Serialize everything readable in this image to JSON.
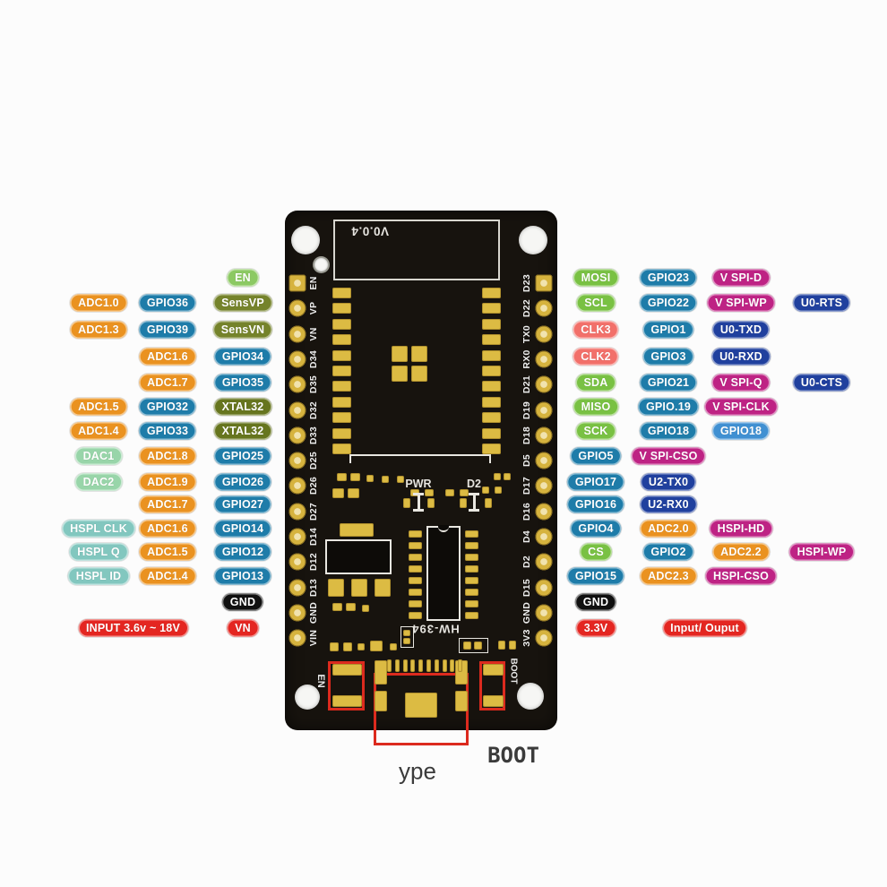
{
  "palette": {
    "orange": "#EA9220",
    "blue": "#1E7CA9",
    "olive": "#75832B",
    "dark_olive": "#66751E",
    "green": "#79C143",
    "light_green": "#8CC963",
    "mint": "#98D5A9",
    "cyan": "#82C7BF",
    "salmon": "#F2706A",
    "magenta": "#BE2384",
    "navy": "#20409E",
    "light_blue": "#4090D2",
    "red": "#E42621",
    "black": "#101010"
  },
  "left_labels": [
    {
      "r": 0,
      "c": 2,
      "t": "EN",
      "k": "light_green"
    },
    {
      "r": 1,
      "c": 0,
      "t": "ADC1.0",
      "k": "orange"
    },
    {
      "r": 1,
      "c": 1,
      "t": "GPIO36",
      "k": "blue"
    },
    {
      "r": 1,
      "c": 2,
      "t": "SensVP",
      "k": "olive"
    },
    {
      "r": 2,
      "c": 0,
      "t": "ADC1.3",
      "k": "orange"
    },
    {
      "r": 2,
      "c": 1,
      "t": "GPIO39",
      "k": "blue"
    },
    {
      "r": 2,
      "c": 2,
      "t": "SensVN",
      "k": "olive"
    },
    {
      "r": 3,
      "c": 1,
      "t": "ADC1.6",
      "k": "orange"
    },
    {
      "r": 3,
      "c": 2,
      "t": "GPIO34",
      "k": "blue"
    },
    {
      "r": 4,
      "c": 1,
      "t": "ADC1.7",
      "k": "orange"
    },
    {
      "r": 4,
      "c": 2,
      "t": "GPIO35",
      "k": "blue"
    },
    {
      "r": 5,
      "c": 0,
      "t": "ADC1.5",
      "k": "orange"
    },
    {
      "r": 5,
      "c": 1,
      "t": "GPIO32",
      "k": "blue"
    },
    {
      "r": 5,
      "c": 2,
      "t": "XTAL32",
      "k": "dark_olive"
    },
    {
      "r": 6,
      "c": 0,
      "t": "ADC1.4",
      "k": "orange"
    },
    {
      "r": 6,
      "c": 1,
      "t": "GPIO33",
      "k": "blue"
    },
    {
      "r": 6,
      "c": 2,
      "t": "XTAL32",
      "k": "dark_olive"
    },
    {
      "r": 7,
      "c": 0,
      "t": "DAC1",
      "k": "mint"
    },
    {
      "r": 7,
      "c": 1,
      "t": "ADC1.8",
      "k": "orange"
    },
    {
      "r": 7,
      "c": 2,
      "t": "GPIO25",
      "k": "blue"
    },
    {
      "r": 8,
      "c": 0,
      "t": "DAC2",
      "k": "mint"
    },
    {
      "r": 8,
      "c": 1,
      "t": "ADC1.9",
      "k": "orange"
    },
    {
      "r": 8,
      "c": 2,
      "t": "GPIO26",
      "k": "blue"
    },
    {
      "r": 9,
      "c": 1,
      "t": "ADC1.7",
      "k": "orange"
    },
    {
      "r": 9,
      "c": 2,
      "t": "GPIO27",
      "k": "blue"
    },
    {
      "r": 10,
      "c": 0,
      "t": "HSPL CLK",
      "k": "cyan"
    },
    {
      "r": 10,
      "c": 1,
      "t": "ADC1.6",
      "k": "orange"
    },
    {
      "r": 10,
      "c": 2,
      "t": "GPIO14",
      "k": "blue"
    },
    {
      "r": 11,
      "c": 0,
      "t": "HSPL Q",
      "k": "cyan"
    },
    {
      "r": 11,
      "c": 1,
      "t": "ADC1.5",
      "k": "orange"
    },
    {
      "r": 11,
      "c": 2,
      "t": "GPIO12",
      "k": "blue"
    },
    {
      "r": 12,
      "c": 0,
      "t": "HSPL ID",
      "k": "cyan"
    },
    {
      "r": 12,
      "c": 1,
      "t": "ADC1.4",
      "k": "orange"
    },
    {
      "r": 12,
      "c": 2,
      "t": "GPIO13",
      "k": "blue"
    },
    {
      "r": 13,
      "c": 2,
      "t": "GND",
      "k": "black"
    },
    {
      "r": 14,
      "c": 0,
      "s": 2,
      "t": "INPUT  3.6v ~ 18V",
      "k": "red"
    },
    {
      "r": 14,
      "c": 2,
      "t": "VN",
      "k": "red"
    }
  ],
  "right_labels": [
    {
      "r": 0,
      "c": 0,
      "t": "MOSI",
      "k": "green"
    },
    {
      "r": 0,
      "c": 1,
      "t": "GPIO23",
      "k": "blue"
    },
    {
      "r": 0,
      "c": 2,
      "t": "V SPI-D",
      "k": "magenta"
    },
    {
      "r": 1,
      "c": 0,
      "t": "SCL",
      "k": "green"
    },
    {
      "r": 1,
      "c": 1,
      "t": "GPIO22",
      "k": "blue"
    },
    {
      "r": 1,
      "c": 2,
      "t": "V SPI-WP",
      "k": "magenta"
    },
    {
      "r": 1,
      "c": 3,
      "t": "U0-RTS",
      "k": "navy"
    },
    {
      "r": 2,
      "c": 0,
      "t": "CLK3",
      "k": "salmon"
    },
    {
      "r": 2,
      "c": 1,
      "t": "GPIO1",
      "k": "blue"
    },
    {
      "r": 2,
      "c": 2,
      "t": "U0-TXD",
      "k": "navy"
    },
    {
      "r": 3,
      "c": 0,
      "t": "CLK2",
      "k": "salmon"
    },
    {
      "r": 3,
      "c": 1,
      "t": "GPIO3",
      "k": "blue"
    },
    {
      "r": 3,
      "c": 2,
      "t": "U0-RXD",
      "k": "navy"
    },
    {
      "r": 4,
      "c": 0,
      "t": "SDA",
      "k": "green"
    },
    {
      "r": 4,
      "c": 1,
      "t": "GPIO21",
      "k": "blue"
    },
    {
      "r": 4,
      "c": 2,
      "t": "V SPI-Q",
      "k": "magenta"
    },
    {
      "r": 4,
      "c": 3,
      "t": "U0-CTS",
      "k": "navy"
    },
    {
      "r": 5,
      "c": 0,
      "t": "MISO",
      "k": "green"
    },
    {
      "r": 5,
      "c": 1,
      "t": "GPIO.19",
      "k": "blue"
    },
    {
      "r": 5,
      "c": 2,
      "t": "V SPI-CLK",
      "k": "magenta"
    },
    {
      "r": 6,
      "c": 0,
      "t": "SCK",
      "k": "green"
    },
    {
      "r": 6,
      "c": 1,
      "t": "GPIO18",
      "k": "blue"
    },
    {
      "r": 6,
      "c": 2,
      "t": "GPIO18",
      "k": "light_blue"
    },
    {
      "r": 7,
      "c": 0,
      "t": "GPIO5",
      "k": "blue"
    },
    {
      "r": 7,
      "c": 1,
      "t": "V SPI-CSO",
      "k": "magenta"
    },
    {
      "r": 8,
      "c": 0,
      "t": "GPIO17",
      "k": "blue"
    },
    {
      "r": 8,
      "c": 1,
      "t": "U2-TX0",
      "k": "navy"
    },
    {
      "r": 9,
      "c": 0,
      "t": "GPIO16",
      "k": "blue"
    },
    {
      "r": 9,
      "c": 1,
      "t": "U2-RX0",
      "k": "navy"
    },
    {
      "r": 10,
      "c": 0,
      "t": "GPIO4",
      "k": "blue"
    },
    {
      "r": 10,
      "c": 1,
      "t": "ADC2.0",
      "k": "orange"
    },
    {
      "r": 10,
      "c": 2,
      "t": "HSPI-HD",
      "k": "magenta"
    },
    {
      "r": 11,
      "c": 0,
      "t": "CS",
      "k": "green"
    },
    {
      "r": 11,
      "c": 1,
      "t": "GPIO2",
      "k": "blue"
    },
    {
      "r": 11,
      "c": 2,
      "t": "ADC2.2",
      "k": "orange"
    },
    {
      "r": 11,
      "c": 3,
      "t": "HSPI-WP",
      "k": "magenta"
    },
    {
      "r": 12,
      "c": 0,
      "t": "GPIO15",
      "k": "blue"
    },
    {
      "r": 12,
      "c": 1,
      "t": "ADC2.3",
      "k": "orange"
    },
    {
      "r": 12,
      "c": 2,
      "t": "HSPI-CSO",
      "k": "magenta"
    },
    {
      "r": 13,
      "c": 0,
      "t": "GND",
      "k": "black"
    },
    {
      "r": 14,
      "c": 0,
      "t": "3.3V",
      "k": "red"
    },
    {
      "r": 14,
      "c": 1,
      "s": 2,
      "t": "Input/ Ouput",
      "k": "red"
    }
  ],
  "board": {
    "version": "V0.0.4",
    "model": "HW-394",
    "pwr": "PWR",
    "d2": "D2",
    "en_button": "EN",
    "boot_button": "BOOT",
    "left_pins": [
      "EN",
      "VP",
      "VN",
      "D34",
      "D35",
      "D32",
      "D33",
      "D25",
      "D26",
      "D27",
      "D14",
      "D12",
      "D13",
      "GND",
      "VIN"
    ],
    "right_pins": [
      "D23",
      "D22",
      "TX0",
      "RX0",
      "D21",
      "D19",
      "D18",
      "D5",
      "D17",
      "D16",
      "D4",
      "D2",
      "D15",
      "GND",
      "3V3"
    ]
  },
  "annotations": {
    "usb_caption": "ype",
    "boot_caption": "BOOT"
  }
}
